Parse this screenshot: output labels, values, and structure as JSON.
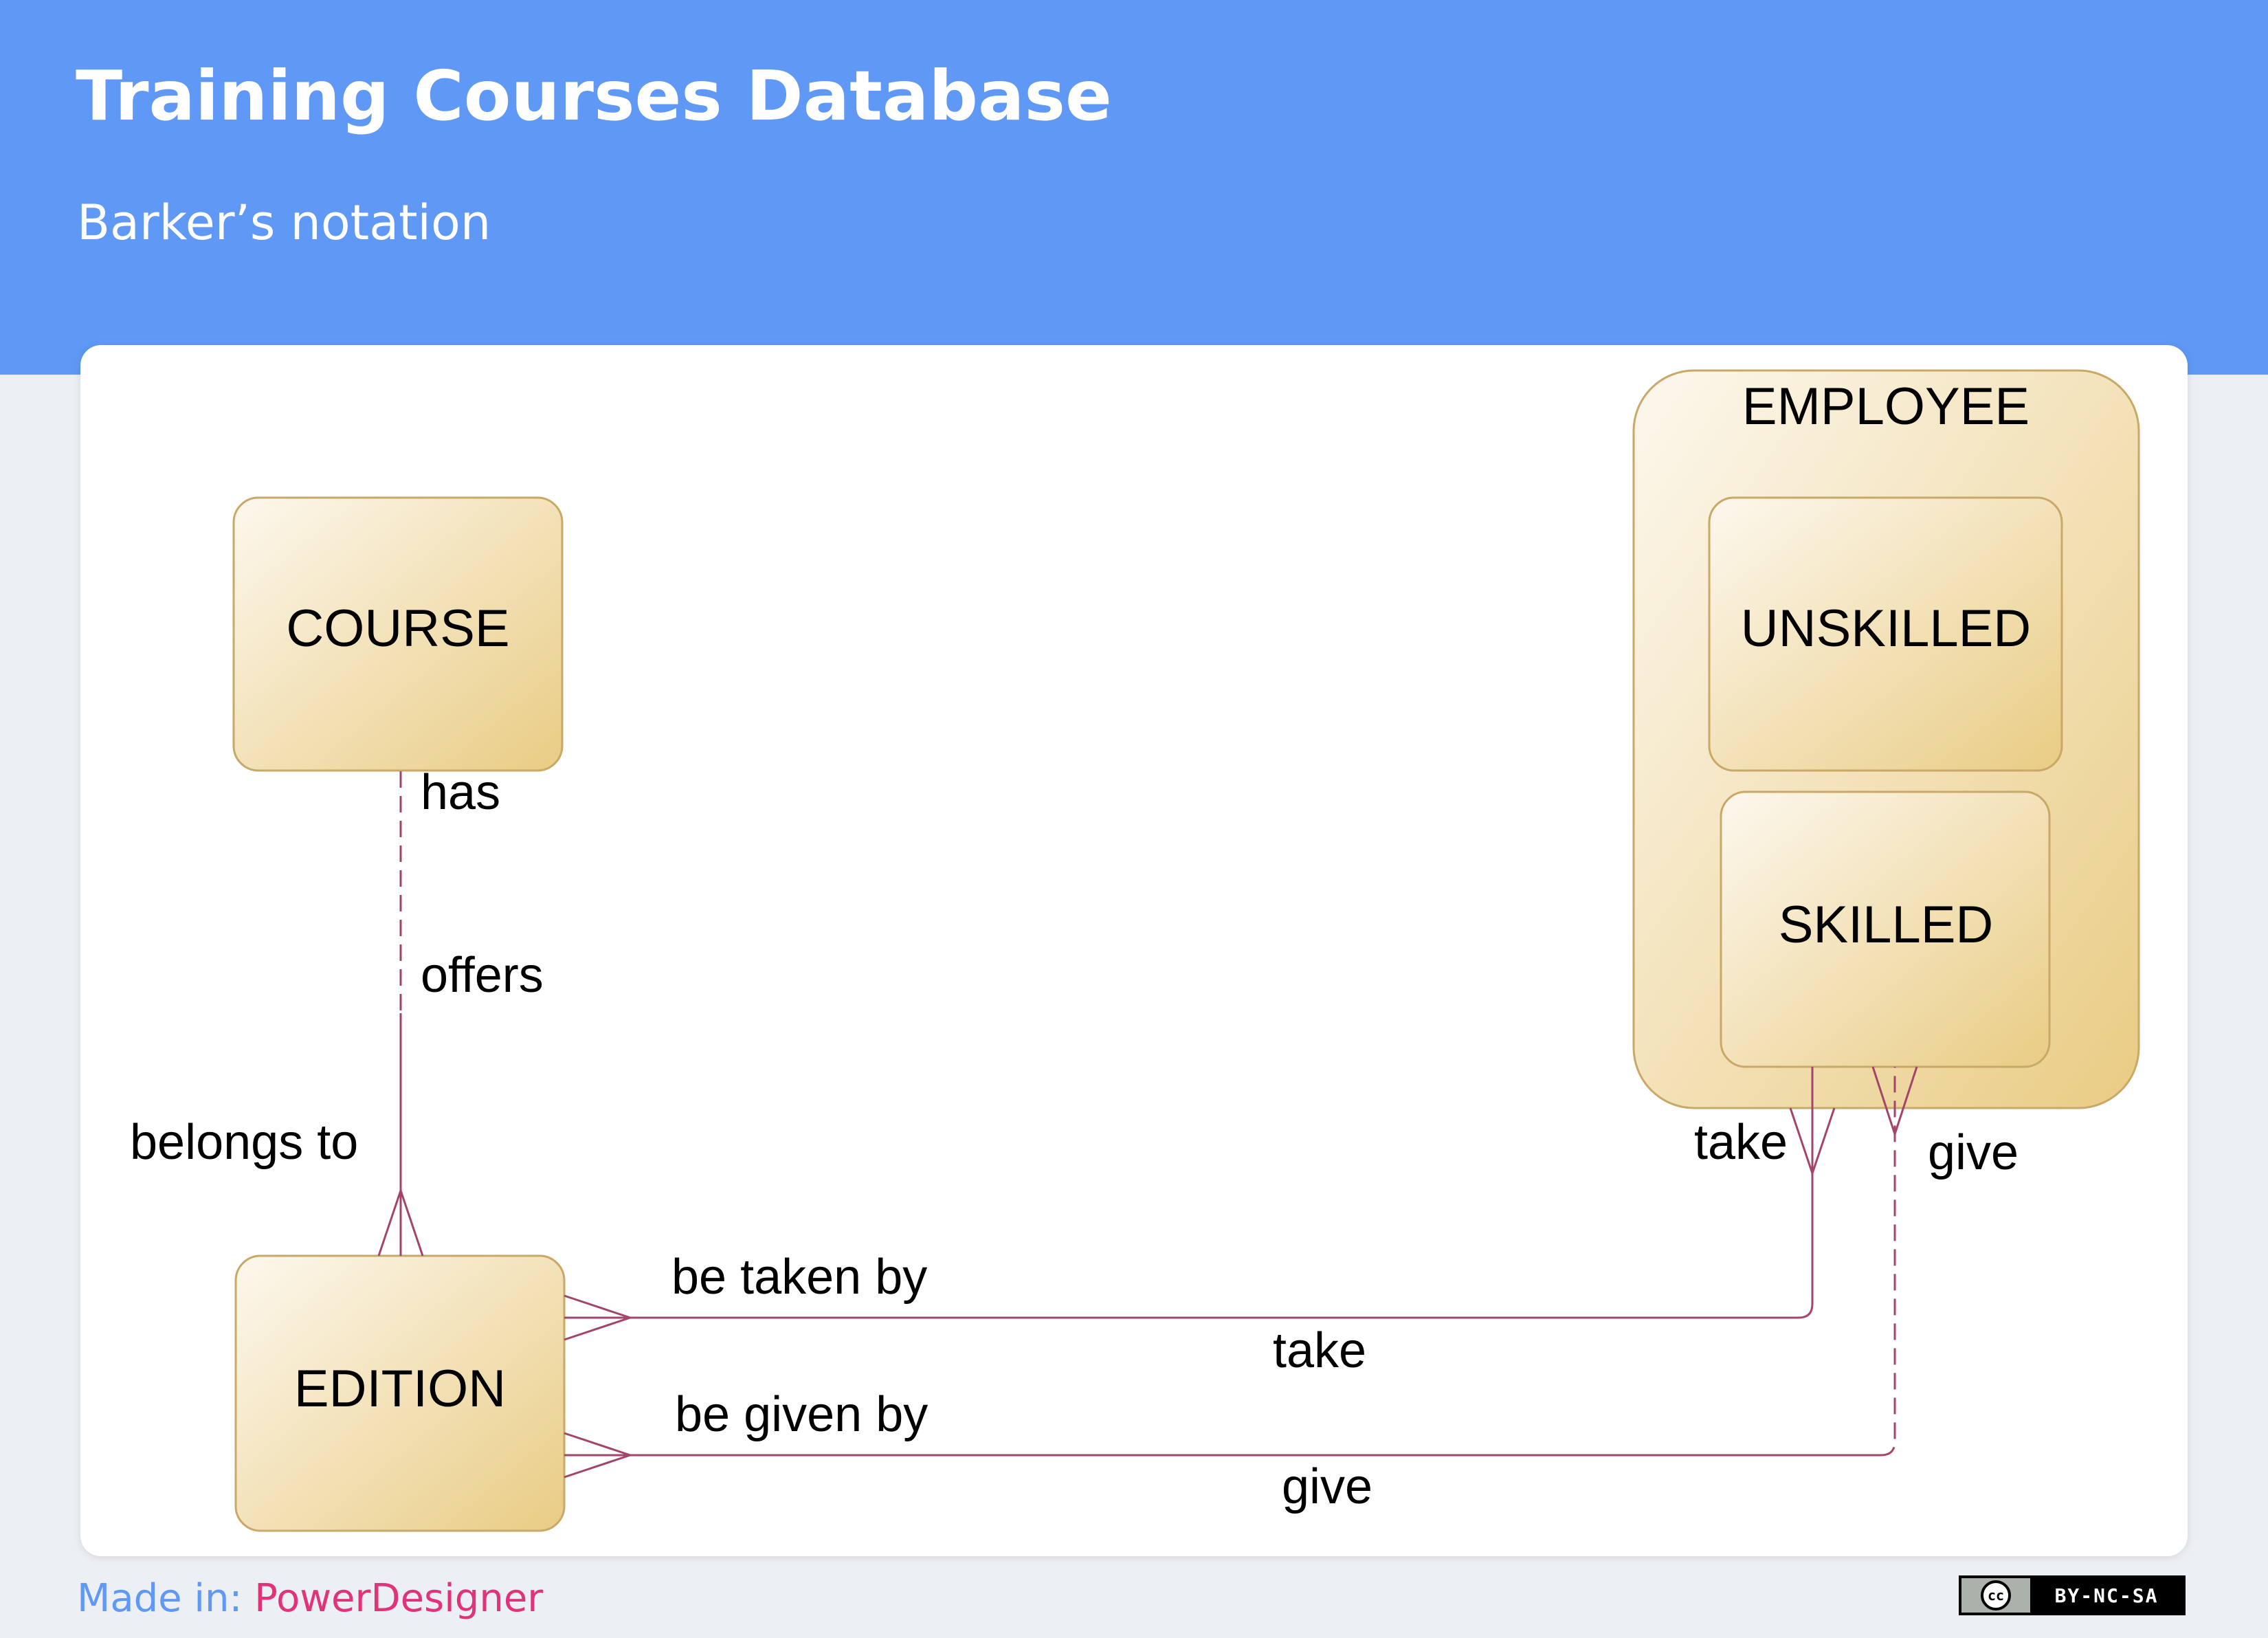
{
  "header": {
    "title": "Training Courses Database",
    "subtitle": "Barker’s notation"
  },
  "diagram": {
    "entities": {
      "course": "COURSE",
      "edition": "EDITION",
      "employee": "EMPLOYEE",
      "unskilled": "UNSKILLED",
      "skilled": "SKILLED"
    },
    "relationships": {
      "course_edition": {
        "course_side": "has",
        "course_role": "offers",
        "edition_side": "belongs to"
      },
      "edition_take": {
        "edition_side": "be taken by",
        "middle": "take",
        "employee_side": "take"
      },
      "edition_give": {
        "edition_side": "be given by",
        "middle": "give",
        "employee_side": "give"
      }
    },
    "colors": {
      "entity_fill_light": "#fbf3e2",
      "entity_fill_dark": "#ecd08e",
      "entity_border": "#c9a868",
      "relationship_line": "#a3456b"
    }
  },
  "footer": {
    "made_in_label": "Made in:",
    "tool": "PowerDesigner",
    "license": "BY-NC-SA",
    "license_cc": "cc"
  }
}
